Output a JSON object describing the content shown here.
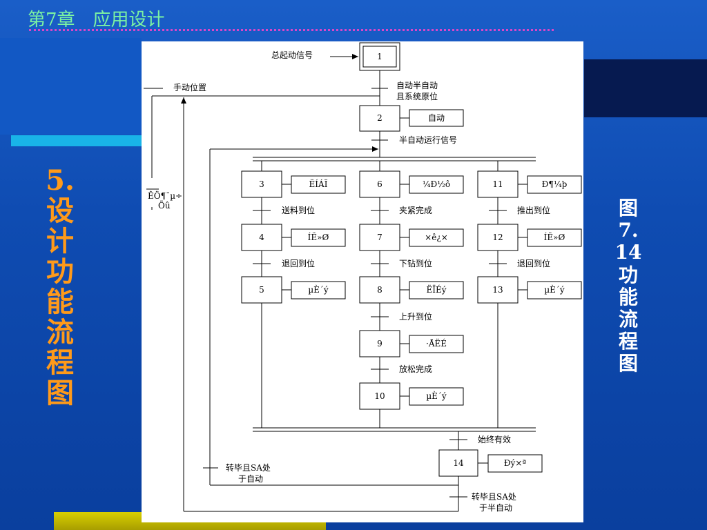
{
  "slide_title": "第7章　应用设计",
  "section_title": "5. 设计功能流程图",
  "figure_caption": "图7.14　功能流程图",
  "colors": {
    "background": "#1050b8",
    "title": "#7cf3a2",
    "section_title": "#ff9a1a",
    "underline": "#d946c8",
    "accent_cyan": "#19b4e8",
    "accent_yellow": "#e8e000",
    "panel_dark": "#061a50"
  },
  "diagram": {
    "steps": [
      {
        "id": "1",
        "action": ""
      },
      {
        "id": "2",
        "action": "自动"
      },
      {
        "id": "3",
        "action": "ËÍÁÏ"
      },
      {
        "id": "4",
        "action": "ÍË»Ø"
      },
      {
        "id": "5",
        "action": "µÈ´ý"
      },
      {
        "id": "6",
        "action": "¼Ð½ô"
      },
      {
        "id": "7",
        "action": "×ê¿×"
      },
      {
        "id": "8",
        "action": "ËÏÉý"
      },
      {
        "id": "9",
        "action": "·ÅËÉ"
      },
      {
        "id": "10",
        "action": "µÈ´ý"
      },
      {
        "id": "11",
        "action": "Ð¶¼þ"
      },
      {
        "id": "12",
        "action": "ÍË»Ø"
      },
      {
        "id": "13",
        "action": "µÈ´ý"
      },
      {
        "id": "14",
        "action": "Ðý×ª"
      }
    ],
    "transitions": {
      "t_start": "总起动信号",
      "t_manual": "手动位置",
      "t_auto_line1": "自动半自动",
      "t_auto_line2": "且系统原位",
      "t_semi": "半自动运行信号",
      "t_3_4": "送料到位",
      "t_4_5": "退回到位",
      "t_6_7": "夹紧完成",
      "t_7_8": "下钻到位",
      "t_8_9": "上升到位",
      "t_9_10": "放松完成",
      "t_11_12": "推出到位",
      "t_12_13": "退回到位",
      "t_14": "始终有效",
      "t_auto_ret_line1": "转毕且SA处",
      "t_auto_ret_line2": "于自动",
      "t_semi_ret_line1": "转毕且SA处",
      "t_semi_ret_line2": "于半自动",
      "t_manual_box_line1": "ÊÖ¶¯µ÷",
      "t_manual_box_line2": "Õû"
    }
  }
}
